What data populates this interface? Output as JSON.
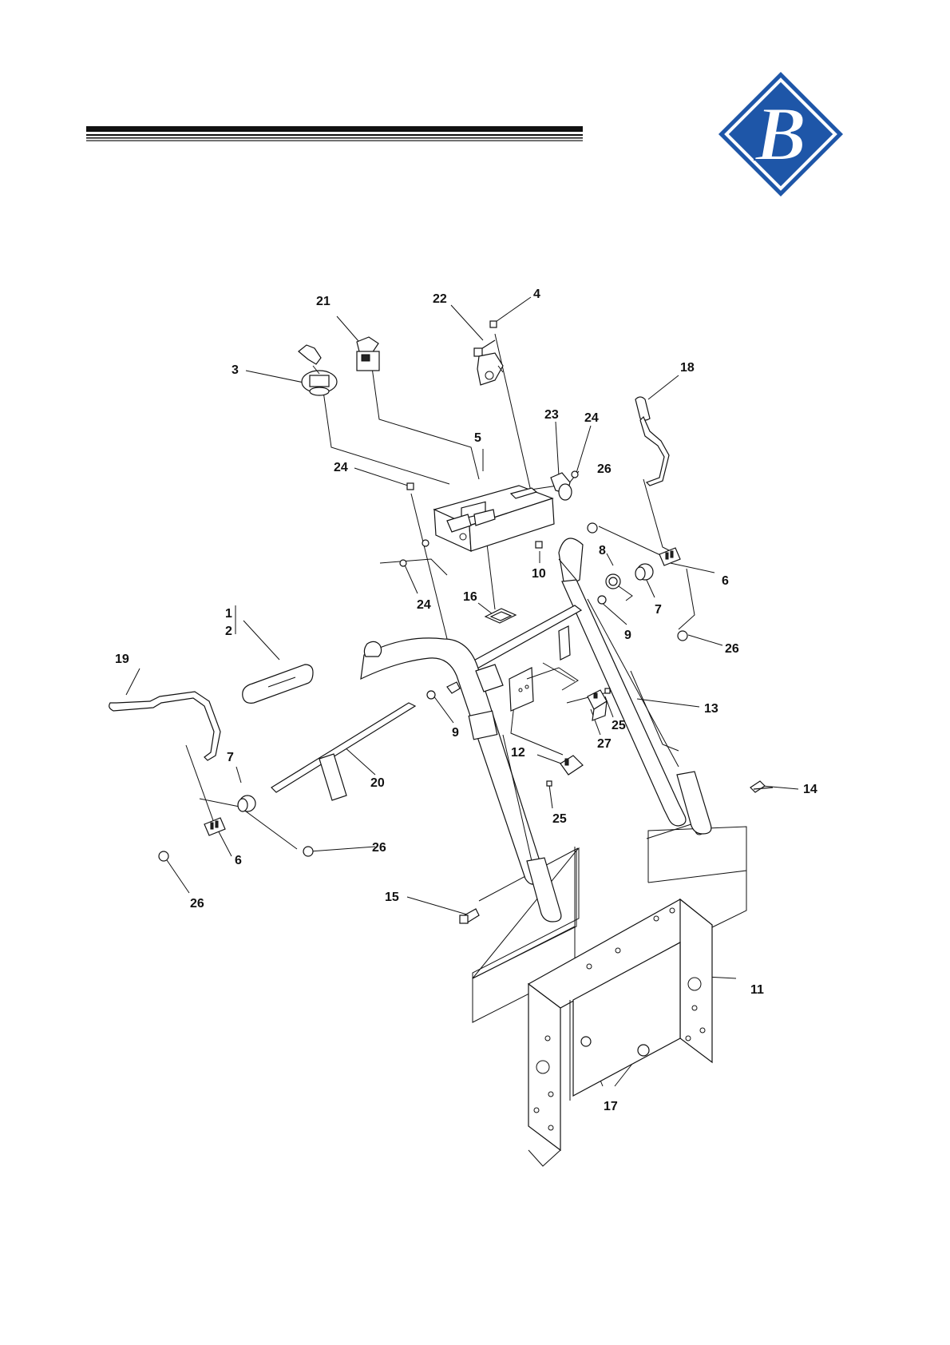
{
  "header": {
    "logo": {
      "icon": "brand-b-diamond-logo",
      "letter": "B",
      "color": "#1e56a8"
    },
    "rule_color": "#111111"
  },
  "diagram": {
    "callouts": [
      {
        "id": "c21",
        "label": "21"
      },
      {
        "id": "c22",
        "label": "22"
      },
      {
        "id": "c4",
        "label": "4"
      },
      {
        "id": "c3",
        "label": "3"
      },
      {
        "id": "c18",
        "label": "18"
      },
      {
        "id": "c23",
        "label": "23"
      },
      {
        "id": "c24a",
        "label": "24"
      },
      {
        "id": "c5",
        "label": "5"
      },
      {
        "id": "c24b",
        "label": "24"
      },
      {
        "id": "c26a",
        "label": "26"
      },
      {
        "id": "c8",
        "label": "8"
      },
      {
        "id": "c10",
        "label": "10"
      },
      {
        "id": "c6a",
        "label": "6"
      },
      {
        "id": "c7a",
        "label": "7"
      },
      {
        "id": "c24c",
        "label": "24"
      },
      {
        "id": "c16",
        "label": "16"
      },
      {
        "id": "c1",
        "label": "1"
      },
      {
        "id": "c2",
        "label": "2"
      },
      {
        "id": "c9a",
        "label": "9"
      },
      {
        "id": "c26b",
        "label": "26"
      },
      {
        "id": "c19",
        "label": "19"
      },
      {
        "id": "c13",
        "label": "13"
      },
      {
        "id": "c25a",
        "label": "25"
      },
      {
        "id": "c9b",
        "label": "9"
      },
      {
        "id": "c27",
        "label": "27"
      },
      {
        "id": "c12",
        "label": "12"
      },
      {
        "id": "c7b",
        "label": "7"
      },
      {
        "id": "c20",
        "label": "20"
      },
      {
        "id": "c14",
        "label": "14"
      },
      {
        "id": "c25b",
        "label": "25"
      },
      {
        "id": "c26c",
        "label": "26"
      },
      {
        "id": "c6b",
        "label": "6"
      },
      {
        "id": "c15",
        "label": "15"
      },
      {
        "id": "c26d",
        "label": "26"
      },
      {
        "id": "c11",
        "label": "11"
      },
      {
        "id": "c17",
        "label": "17"
      }
    ]
  }
}
